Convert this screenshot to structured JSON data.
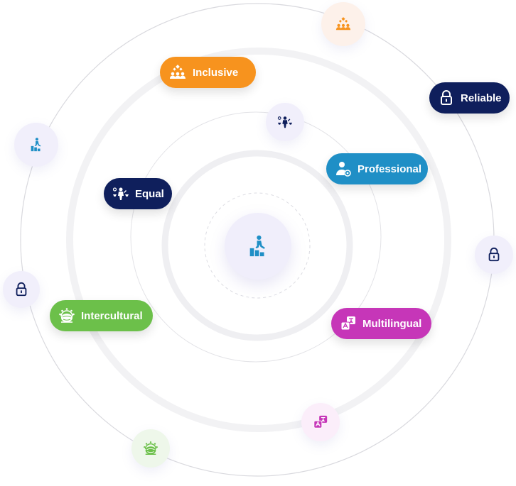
{
  "pills": {
    "inclusive": {
      "label": "Inclusive",
      "icon": "people-network-icon",
      "color": "#f7931e"
    },
    "reliable": {
      "label": "Reliable",
      "icon": "lock-icon",
      "color": "#0f1f5c"
    },
    "professional": {
      "label": "Professional",
      "icon": "professional-person-icon",
      "color": "#1f8fc6"
    },
    "equal": {
      "label": "Equal",
      "icon": "balance-person-icon",
      "color": "#0f1f5c"
    },
    "intercultural": {
      "label": "Intercultural",
      "icon": "globe-people-icon",
      "color": "#6cc04a"
    },
    "multilingual": {
      "label": "Multilingual",
      "icon": "translate-icon",
      "color": "#c636b8"
    }
  },
  "bubbles": [
    {
      "name": "people-network-bubble",
      "icon": "people-network-icon",
      "color": "#f7931e"
    },
    {
      "name": "growth-person-bubble",
      "icon": "growth-person-icon",
      "color": "#1f8fc6"
    },
    {
      "name": "balance-bubble",
      "icon": "balance-person-icon",
      "color": "#0f1f5c"
    },
    {
      "name": "lock-bubble-right",
      "icon": "lock-icon",
      "color": "#0f1f5c"
    },
    {
      "name": "lock-bubble-left",
      "icon": "lock-icon",
      "color": "#0f1f5c"
    },
    {
      "name": "translate-bubble",
      "icon": "translate-icon",
      "color": "#c636b8"
    },
    {
      "name": "globe-people-bubble",
      "icon": "globe-people-icon",
      "color": "#6cc04a"
    }
  ],
  "center": {
    "icon": "growth-person-icon",
    "color": "#1f8fc6"
  }
}
